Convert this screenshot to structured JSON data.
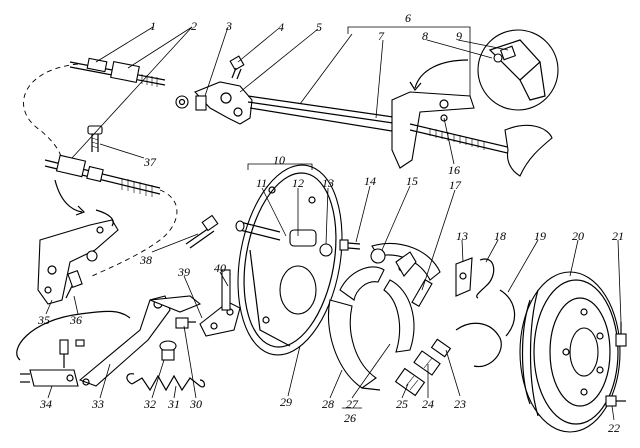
{
  "diagram": {
    "labels": [
      {
        "id": "1",
        "text": "1"
      },
      {
        "id": "2",
        "text": "2"
      },
      {
        "id": "3",
        "text": "3"
      },
      {
        "id": "4",
        "text": "4"
      },
      {
        "id": "5",
        "text": "5"
      },
      {
        "id": "6",
        "text": "6"
      },
      {
        "id": "7",
        "text": "7"
      },
      {
        "id": "8",
        "text": "8"
      },
      {
        "id": "9",
        "text": "9"
      },
      {
        "id": "10",
        "text": "10"
      },
      {
        "id": "11",
        "text": "11"
      },
      {
        "id": "12",
        "text": "12"
      },
      {
        "id": "13a",
        "text": "13"
      },
      {
        "id": "13b",
        "text": "13"
      },
      {
        "id": "14",
        "text": "14"
      },
      {
        "id": "15",
        "text": "15"
      },
      {
        "id": "16",
        "text": "16"
      },
      {
        "id": "17",
        "text": "17"
      },
      {
        "id": "18",
        "text": "18"
      },
      {
        "id": "19",
        "text": "19"
      },
      {
        "id": "20",
        "text": "20"
      },
      {
        "id": "21",
        "text": "21"
      },
      {
        "id": "22",
        "text": "22"
      },
      {
        "id": "23",
        "text": "23"
      },
      {
        "id": "24",
        "text": "24"
      },
      {
        "id": "25",
        "text": "25"
      },
      {
        "id": "26",
        "text": "26"
      },
      {
        "id": "27",
        "text": "27"
      },
      {
        "id": "28",
        "text": "28"
      },
      {
        "id": "29",
        "text": "29"
      },
      {
        "id": "30",
        "text": "30"
      },
      {
        "id": "31",
        "text": "31"
      },
      {
        "id": "32",
        "text": "32"
      },
      {
        "id": "33",
        "text": "33"
      },
      {
        "id": "34",
        "text": "34"
      },
      {
        "id": "35",
        "text": "35"
      },
      {
        "id": "36",
        "text": "36"
      },
      {
        "id": "37",
        "text": "37"
      },
      {
        "id": "38",
        "text": "38"
      },
      {
        "id": "39",
        "text": "39"
      },
      {
        "id": "40",
        "text": "40"
      }
    ]
  }
}
